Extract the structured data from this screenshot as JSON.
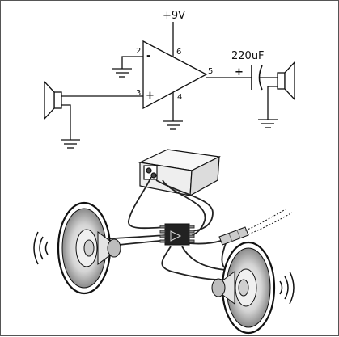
{
  "schematic": {
    "supply_label": "+9V",
    "capacitor_label": "220uF",
    "opamp": {
      "pin_inverting": "2",
      "pin_noninverting": "3",
      "pin_power": "6",
      "pin_ground": "4",
      "pin_output": "5",
      "minus_sign": "-",
      "plus_sign": "+"
    },
    "capacitor_polarity": "+"
  },
  "colors": {
    "line": "#111111",
    "speaker_cone": "#bdbdbd",
    "battery": "#f2f2f2",
    "chip": "#222222"
  }
}
